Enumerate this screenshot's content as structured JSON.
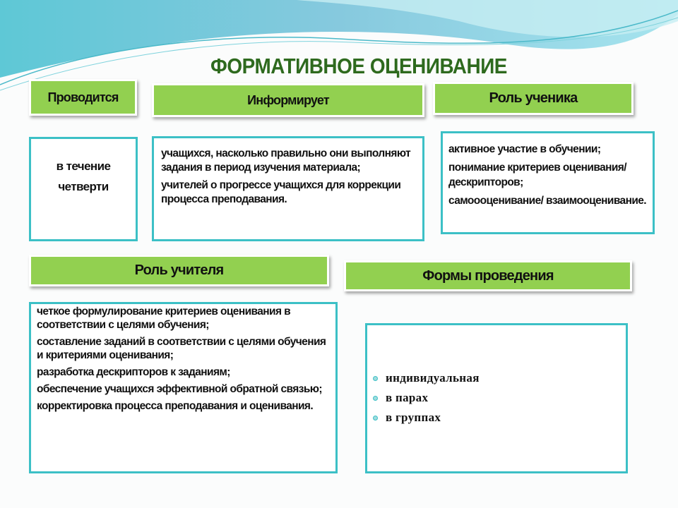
{
  "title": "ФОРМАТИВНОЕ ОЦЕНИВАНИЕ",
  "headers": {
    "conducted": "Проводится",
    "informs": "Информирует",
    "student_role": "Роль ученика",
    "teacher_role": "Роль учителя",
    "forms": "Формы проведения"
  },
  "conducted": [
    "в течение",
    "четверти"
  ],
  "informs": [
    "учащихся, насколько правильно они выполняют задания в период изучения материала;",
    "учителей о прогрессе учащихся для коррекции процесса преподавания."
  ],
  "student_role": [
    "активное участие в обучении;",
    "понимание критериев оценивания/ дескрипторов;",
    "самоооценивание/ взаимооценивание."
  ],
  "teacher_role": [
    "четкое формулирование критериев оценивания в соответствии с целями обучения;",
    "составление заданий в соответствии с целями обучения и критериями оценивания;",
    "разработка дескрипторов к заданиям;",
    "обеспечение учащихся эффективной обратной связью;",
    "корректировка процесса преподавания и оценивания."
  ],
  "forms": [
    "индивидуальная",
    "в парах",
    "в группах"
  ],
  "colors": {
    "header_green": "#92d050",
    "border_teal": "#3cc0c6",
    "title_green": "#2e6a1e"
  }
}
